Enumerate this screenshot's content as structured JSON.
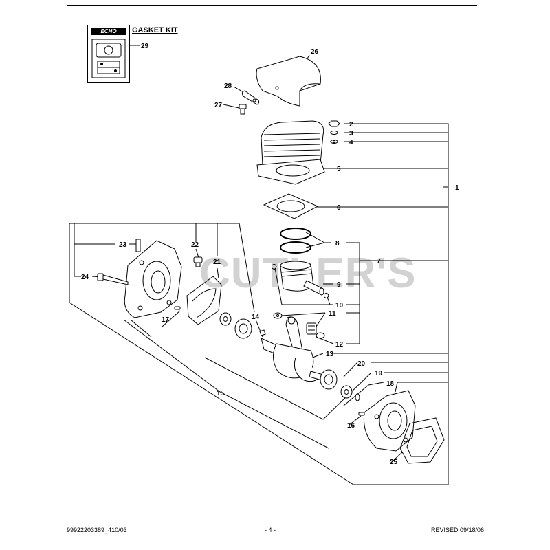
{
  "header": {
    "kit_title": "GASKET KIT",
    "kit_brand": "ECHO"
  },
  "watermark": "CUTLER'S",
  "callouts": [
    "1",
    "2",
    "3",
    "4",
    "5",
    "6",
    "7",
    "8",
    "9",
    "10",
    "11",
    "12",
    "13",
    "14",
    "15",
    "16",
    "17",
    "18",
    "19",
    "20",
    "21",
    "22",
    "23",
    "24",
    "25",
    "26",
    "27",
    "28",
    "29"
  ],
  "footer": {
    "left": "99922203389_410/03",
    "center": "- 4 -",
    "right": "REVISED 09/18/06"
  }
}
